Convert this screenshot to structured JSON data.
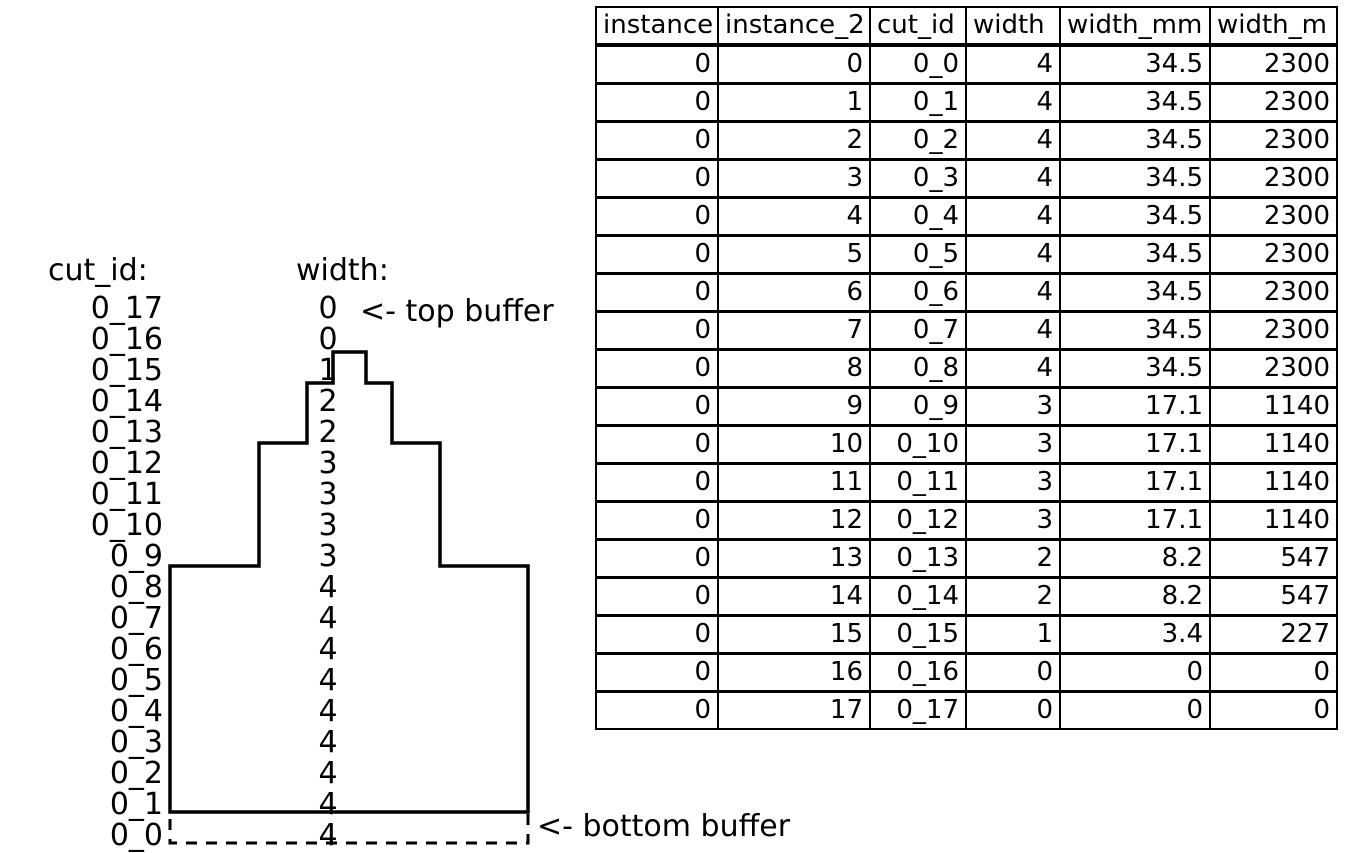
{
  "diagram": {
    "cut_id_heading": "cut_id:",
    "width_heading": "width:",
    "top_buffer_note": "<- top buffer",
    "bottom_buffer_note": "<- bottom buffer",
    "rows": [
      {
        "cut_id": "0_17",
        "width": "0"
      },
      {
        "cut_id": "0_16",
        "width": "0"
      },
      {
        "cut_id": "0_15",
        "width": "1"
      },
      {
        "cut_id": "0_14",
        "width": "2"
      },
      {
        "cut_id": "0_13",
        "width": "2"
      },
      {
        "cut_id": "0_12",
        "width": "3"
      },
      {
        "cut_id": "0_11",
        "width": "3"
      },
      {
        "cut_id": "0_10",
        "width": "3"
      },
      {
        "cut_id": "0_9",
        "width": "3"
      },
      {
        "cut_id": "0_8",
        "width": "4"
      },
      {
        "cut_id": "0_7",
        "width": "4"
      },
      {
        "cut_id": "0_6",
        "width": "4"
      },
      {
        "cut_id": "0_5",
        "width": "4"
      },
      {
        "cut_id": "0_4",
        "width": "4"
      },
      {
        "cut_id": "0_3",
        "width": "4"
      },
      {
        "cut_id": "0_2",
        "width": "4"
      },
      {
        "cut_id": "0_1",
        "width": "4"
      },
      {
        "cut_id": "0_0",
        "width": "4"
      }
    ]
  },
  "chart_data": {
    "type": "bar",
    "title": "",
    "xlabel": "",
    "ylabel": "cut_id",
    "orientation": "horizontal-centered-pyramid",
    "categories": [
      "0_0",
      "0_1",
      "0_2",
      "0_3",
      "0_4",
      "0_5",
      "0_6",
      "0_7",
      "0_8",
      "0_9",
      "0_10",
      "0_11",
      "0_12",
      "0_13",
      "0_14",
      "0_15",
      "0_16",
      "0_17"
    ],
    "values": [
      4,
      4,
      4,
      4,
      4,
      4,
      4,
      4,
      4,
      3,
      3,
      3,
      3,
      2,
      2,
      1,
      0,
      0
    ],
    "annotations": [
      "<- top buffer",
      "<- bottom buffer"
    ],
    "notes": "Centered symmetric staircase profile; each row's bar width equals the width value; rows 0_16/0_17 have width 0 (top buffer), dashed outline below 0_0 is the bottom buffer."
  },
  "table": {
    "columns": [
      "instance",
      "instance_2",
      "cut_id",
      "width",
      "width_mm",
      "width_m"
    ],
    "rows": [
      [
        "0",
        "0",
        "0_0",
        "4",
        "34.5",
        "2300"
      ],
      [
        "0",
        "1",
        "0_1",
        "4",
        "34.5",
        "2300"
      ],
      [
        "0",
        "2",
        "0_2",
        "4",
        "34.5",
        "2300"
      ],
      [
        "0",
        "3",
        "0_3",
        "4",
        "34.5",
        "2300"
      ],
      [
        "0",
        "4",
        "0_4",
        "4",
        "34.5",
        "2300"
      ],
      [
        "0",
        "5",
        "0_5",
        "4",
        "34.5",
        "2300"
      ],
      [
        "0",
        "6",
        "0_6",
        "4",
        "34.5",
        "2300"
      ],
      [
        "0",
        "7",
        "0_7",
        "4",
        "34.5",
        "2300"
      ],
      [
        "0",
        "8",
        "0_8",
        "4",
        "34.5",
        "2300"
      ],
      [
        "0",
        "9",
        "0_9",
        "3",
        "17.1",
        "1140"
      ],
      [
        "0",
        "10",
        "0_10",
        "3",
        "17.1",
        "1140"
      ],
      [
        "0",
        "11",
        "0_11",
        "3",
        "17.1",
        "1140"
      ],
      [
        "0",
        "12",
        "0_12",
        "3",
        "17.1",
        "1140"
      ],
      [
        "0",
        "13",
        "0_13",
        "2",
        "8.2",
        "547"
      ],
      [
        "0",
        "14",
        "0_14",
        "2",
        "8.2",
        "547"
      ],
      [
        "0",
        "15",
        "0_15",
        "1",
        "3.4",
        "227"
      ],
      [
        "0",
        "16",
        "0_16",
        "0",
        "0",
        "0"
      ],
      [
        "0",
        "17",
        "0_17",
        "0",
        "0",
        "0"
      ]
    ]
  },
  "colors": {
    "stroke": "#000000",
    "background": "#ffffff"
  }
}
